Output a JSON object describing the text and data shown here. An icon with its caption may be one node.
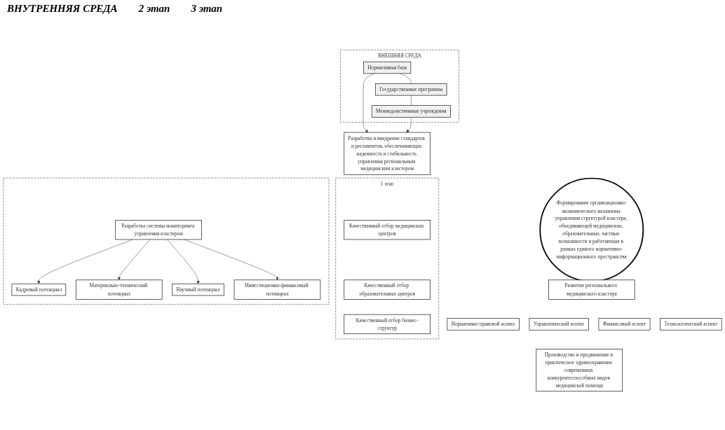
{
  "diagram": {
    "nodes": [
      {
        "text": [
          "ВНЕШНЯЯ СРЕДА"
        ]
      },
      {
        "text": [
          "Нормативная база"
        ],
        "in": 0
      },
      {
        "text": [
          "Государственные программы"
        ],
        "in": 0
      },
      {
        "text": [
          "Межведомственные учреждения"
        ],
        "in": 0
      },
      {
        "text": [
          "Разработка и внедрение стандартов и регламентов, обеспечивающих надежность и стабильность управления региональным медицинским кластером"
        ]
      },
      {
        "text": [
          "1 этап"
        ]
      },
      {
        "text": [
          "Качественный отбор медицинских центров"
        ],
        "in": 5
      },
      {
        "text": [
          "Качественный отбор образовательных центров"
        ],
        "in": 5
      },
      {
        "text": [
          "Качественный отбор бизнес-структур"
        ],
        "in": 5
      },
      {
        "text": [
          "Формирование организационно-экономического механизма управления структурой кластера, объединяющей медицинские, образовательные, частные возможности и работающие в рамках единого нормативно-информационного пространства"
        ]
      },
      {
        "text": [],
        "shape": "box"
      },
      {
        "text": [
          "Разработка системы мониторинга управления кластером"
        ],
        "in": 10
      },
      {
        "text": [
          "Кадровый потенциал"
        ],
        "in": 10
      },
      {
        "text": [
          "Материально-технический потенциал"
        ],
        "in": 10
      },
      {
        "text": [
          "Научный потенциал"
        ],
        "in": 10
      },
      {
        "text": [
          "Инвестиционно-финансовый потенциал"
        ],
        "in": 10
      },
      {
        "text": [
          "Развитие регионального медицинского кластера"
        ]
      },
      {
        "text": [
          "Нормативно-правовой аспект"
        ]
      },
      {
        "text": [
          "Управленческий аспект"
        ]
      },
      {
        "text": [
          "Финансовый аспект"
        ]
      },
      {
        "text": [
          "Технологический аспект"
        ]
      },
      {
        "text": [
          "Производство и продвижение в практическое здравоохранение современных конкурентоспособных видов медицинской помощи"
        ]
      }
    ],
    "edges": [
      {
        "from": 1,
        "to": 2,
        "arrow": "none"
      },
      {
        "from": 2,
        "to": 3,
        "arrow": "none"
      },
      {
        "from": 1,
        "to": 4,
        "arrow": "to"
      },
      {
        "from": 3,
        "to": 4,
        "arrow": "to"
      },
      {
        "from": 11,
        "to": 12,
        "arrow": "to"
      },
      {
        "from": 11,
        "to": 13,
        "arrow": "to"
      },
      {
        "from": 11,
        "to": 14,
        "arrow": "to"
      },
      {
        "from": 11,
        "to": 15,
        "arrow": "to"
      }
    ],
    "labels": [
      "ВНУТРЕННЯЯ СРЕДА",
      "2 этап",
      "3 этап"
    ]
  }
}
